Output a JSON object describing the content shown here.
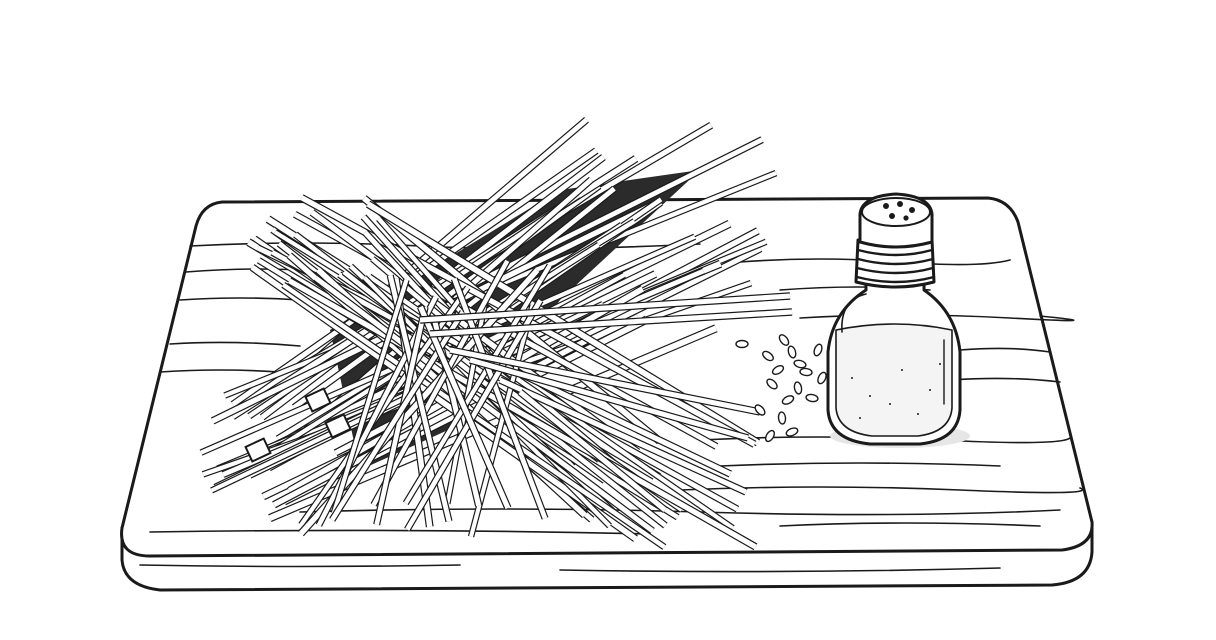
{
  "scene": {
    "subject": "line drawing",
    "palette": {
      "ink": "#1a1a1a",
      "paper": "#ffffff",
      "shade": "#e6e6e6",
      "salt": "#f4f4f4"
    },
    "objects": [
      {
        "name": "cutting-board",
        "kind": "wooden board"
      },
      {
        "name": "noodle-bundle",
        "kind": "dry stick noodles"
      },
      {
        "name": "salt-shaker",
        "kind": "glass shaker with cap"
      },
      {
        "name": "salt-grains",
        "kind": "scattered grains"
      }
    ]
  }
}
